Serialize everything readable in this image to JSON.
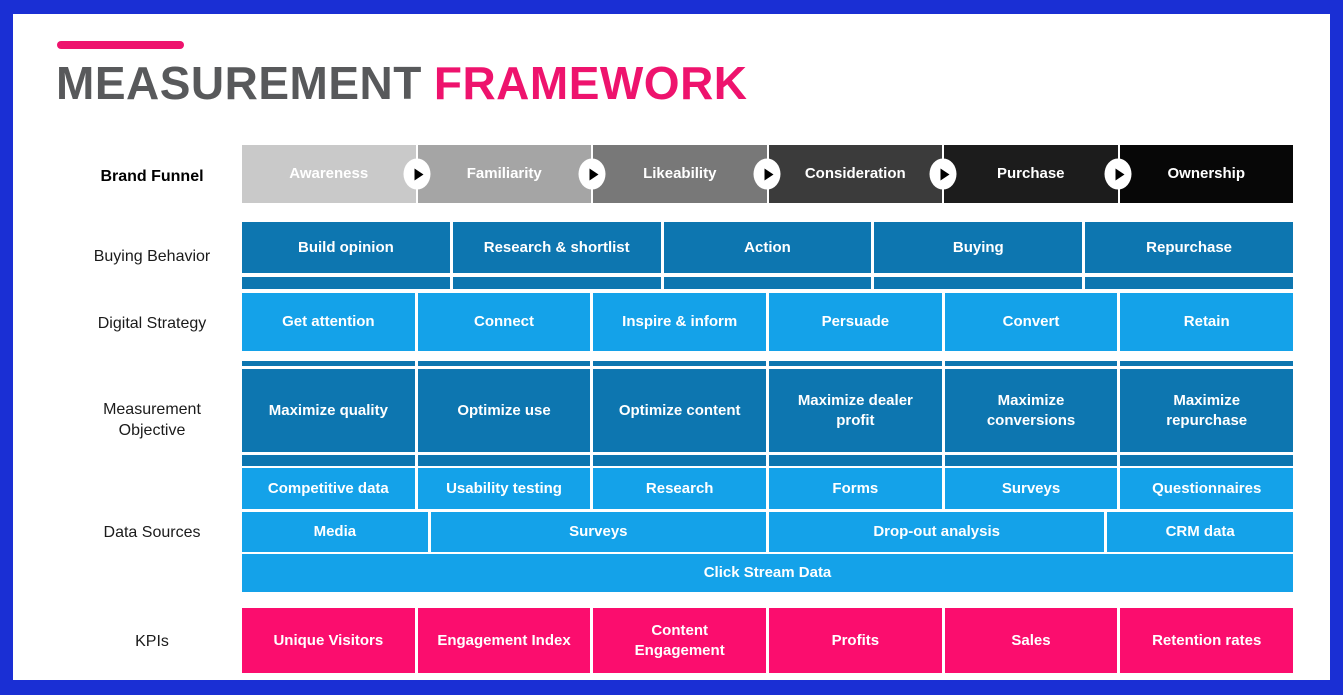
{
  "colors": {
    "frame_blue": "#1a2fd4",
    "accent_pink": "#ee136d",
    "title_gray": "#58595b",
    "dark_blue": "#0d76b0",
    "light_blue": "#14a2e9",
    "kpi_pink": "#fb0d6e",
    "cell_text": "#ffffff"
  },
  "header": {
    "title_primary": "MEASUREMENT",
    "title_accent": "FRAMEWORK"
  },
  "rows": {
    "brand_funnel": {
      "label": "Brand Funnel",
      "stages": [
        {
          "label": "Awareness",
          "color": "#c9c9c9"
        },
        {
          "label": "Familiarity",
          "color": "#a5a5a5"
        },
        {
          "label": "Likeability",
          "color": "#787878"
        },
        {
          "label": "Consideration",
          "color": "#3b3b3b"
        },
        {
          "label": "Purchase",
          "color": "#1c1c1c"
        },
        {
          "label": "Ownership",
          "color": "#070707"
        }
      ]
    },
    "buying_behavior": {
      "label": "Buying Behavior",
      "items": [
        "Build opinion",
        "Research & shortlist",
        "Action",
        "Buying",
        "Repurchase"
      ]
    },
    "digital_strategy": {
      "label": "Digital Strategy",
      "items": [
        "Get attention",
        "Connect",
        "Inspire & inform",
        "Persuade",
        "Convert",
        "Retain"
      ]
    },
    "measurement_objective": {
      "label": "Measurement Objective",
      "items": [
        "Maximize quality",
        "Optimize use",
        "Optimize content",
        "Maximize dealer profit",
        "Maximize conversions",
        "Maximize repurchase"
      ]
    },
    "data_sources": {
      "label": "Data Sources",
      "row1": [
        "Competitive data",
        "Usability testing",
        "Research",
        "Forms",
        "Surveys",
        "Questionnaires"
      ],
      "row2": [
        {
          "label": "Media",
          "span": 1
        },
        {
          "label": "Surveys",
          "span": 2
        },
        {
          "label": "Drop-out analysis",
          "span": 2
        },
        {
          "label": "CRM data",
          "span": 1
        }
      ],
      "row3": "Click Stream Data"
    },
    "kpis": {
      "label": "KPIs",
      "items": [
        "Unique Visitors",
        "Engagement Index",
        "Content Engagement",
        "Profits",
        "Sales",
        "Retention rates"
      ]
    }
  }
}
